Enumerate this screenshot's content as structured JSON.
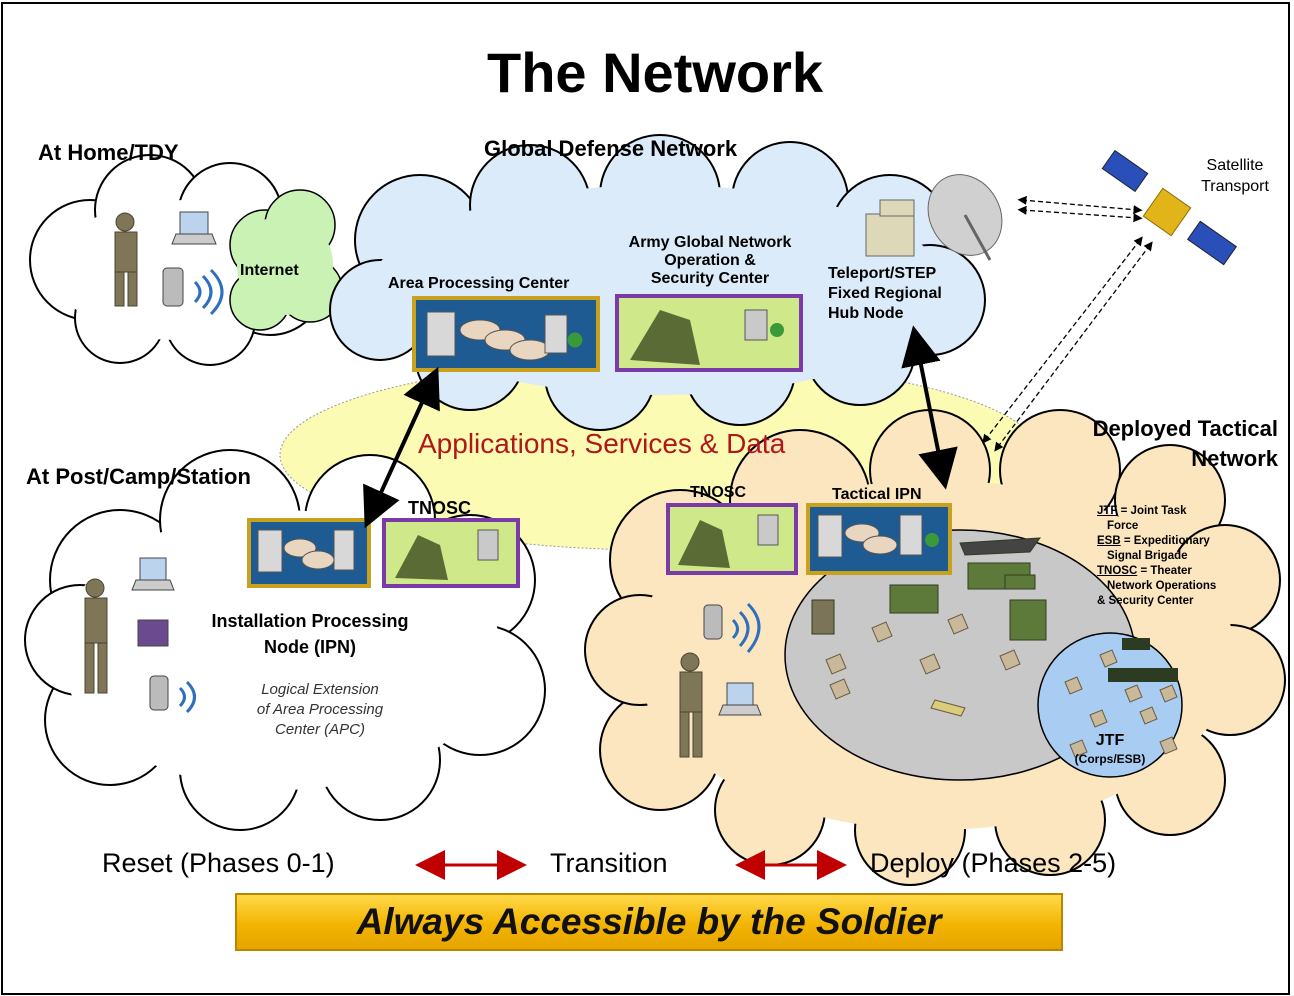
{
  "title": "The Network",
  "regions": {
    "home": "At Home/TDY",
    "internet": "Internet",
    "global": "Global Defense Network",
    "post": "At Post/Camp/Station",
    "deployed_line1": "Deployed Tactical",
    "deployed_line2": "Network"
  },
  "nodes": {
    "apc": "Area Processing Center",
    "agnosc_line1": "Army Global Network",
    "agnosc_line2": "Operation &",
    "agnosc_line3": "Security Center",
    "teleport_line1": "Teleport/STEP",
    "teleport_line2": "Fixed Regional",
    "teleport_line3": "Hub Node",
    "satellite_line1": "Satellite",
    "satellite_line2": "Transport",
    "tnosc_post": "TNOSC",
    "ipn_line1": "Installation Processing",
    "ipn_line2": "Node (IPN)",
    "ipn_note_line1": "Logical Extension",
    "ipn_note_line2": "of Area Processing",
    "ipn_note_line3": "Center (APC)",
    "tnosc_deployed": "TNOSC",
    "tactical_ipn": "Tactical IPN",
    "jtf": "JTF",
    "jtf_sub": "(Corps/ESB)"
  },
  "apps_label": "Applications, Services & Data",
  "glossary": {
    "jtf_abbr": "JTF",
    "jtf_def1": " = Joint Task",
    "jtf_def2": "Force",
    "esb_abbr": "ESB",
    "esb_def1": " = Expeditionary",
    "esb_def2": "Signal Brigade",
    "tnosc_abbr": "TNOSC",
    "tnosc_def1": " = Theater",
    "tnosc_def2": "Network Operations",
    "tnosc_def3": "& Security  Center"
  },
  "phases": {
    "reset": "Reset (Phases 0-1)",
    "transition": "Transition",
    "deploy": "Deploy (Phases 2-5)"
  },
  "banner": "Always Accessible by the Soldier",
  "colors": {
    "global_cloud": "#dcebfa",
    "apps_ellipse": "#fbfbb4",
    "internet_cloud": "#c9f2b4",
    "deployed_cloud": "#fbe6bf",
    "tactical_ellipse": "#c8c8c8",
    "jtf_circle": "#a9cdf2",
    "node_gold_border": "#c8a21e",
    "node_purple_border": "#7a3aa8",
    "node_blue_fill": "#1d5b92",
    "node_green_fill": "#cfe98a",
    "arrow_red": "#c00000",
    "banner_yellow": "#f5c000"
  }
}
